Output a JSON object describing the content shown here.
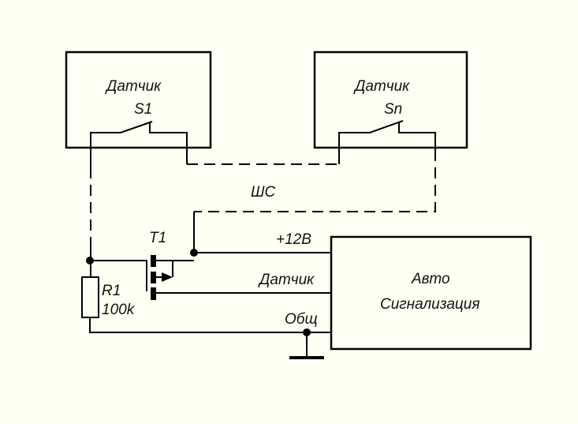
{
  "diagram": {
    "background": "#fffff3",
    "line_color": "#000000",
    "sensor1": {
      "title": "Датчик",
      "label": "S1"
    },
    "sensorN": {
      "title": "Датчик",
      "label": "Sn"
    },
    "loop_label": "ШС",
    "transistor": {
      "label": "T1"
    },
    "resistor": {
      "name": "R1",
      "value": "100k"
    },
    "alarm": {
      "line1": "Авто",
      "line2": "Сигнализация"
    },
    "wires": {
      "power": "+12В",
      "sensor": "Датчик",
      "ground": "Общ"
    }
  }
}
